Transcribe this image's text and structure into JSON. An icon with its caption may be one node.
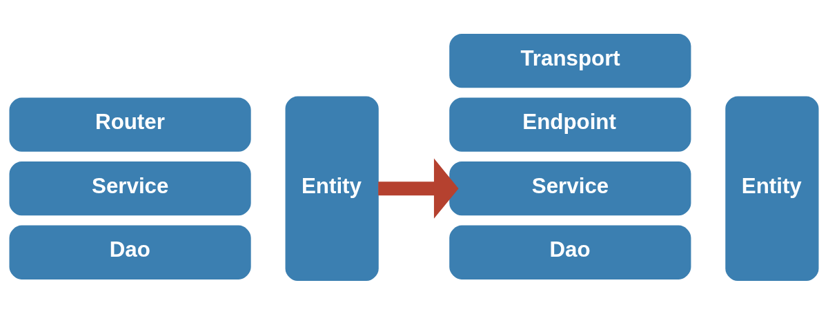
{
  "diagram": {
    "nodes": [
      {
        "text": [
          "Router"
        ]
      },
      {
        "text": [
          "Service"
        ]
      },
      {
        "text": [
          "Dao"
        ]
      },
      {
        "text": [
          "Entity"
        ]
      },
      {
        "text": [
          "Transport"
        ]
      },
      {
        "text": [
          "Endpoint"
        ]
      },
      {
        "text": [
          "Service"
        ]
      },
      {
        "text": [
          "Dao"
        ]
      },
      {
        "text": [
          "Entity"
        ]
      }
    ],
    "edges": [
      {
        "from": 3,
        "to": 6,
        "arrow": "to",
        "color": "#b5412f"
      }
    ]
  }
}
